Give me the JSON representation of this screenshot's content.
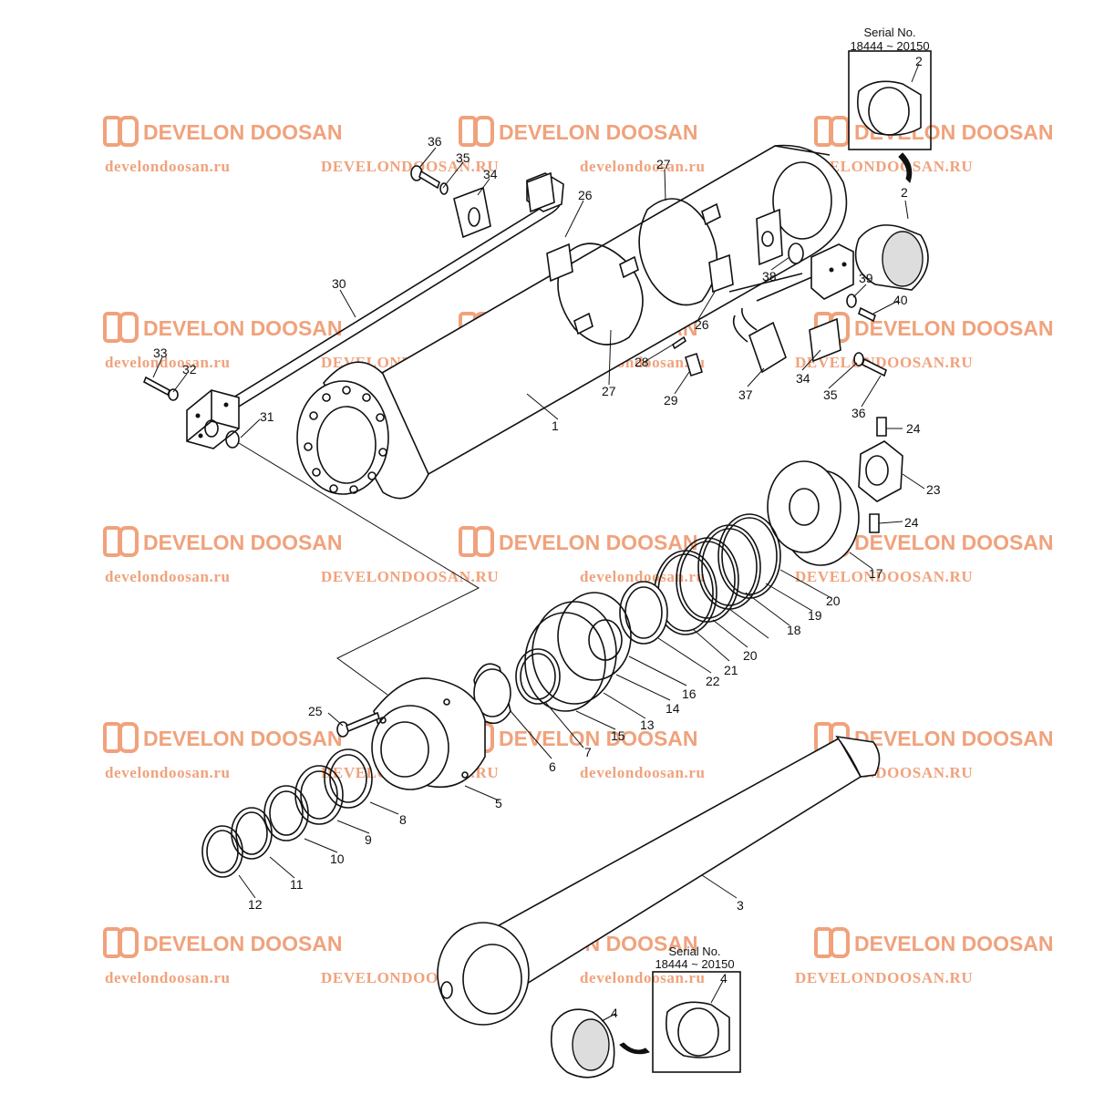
{
  "watermark": {
    "brand": "DEVELON DOOSAN",
    "url_lower": "develondoosan.ru",
    "url_upper": "DEVELONDOOSAN.RU",
    "color": "#f0a27c"
  },
  "serial_boxes": [
    {
      "title": "Serial No.",
      "range": "18444 ~ 20150",
      "part": "2"
    },
    {
      "title": "Serial No.",
      "range": "18444 ~ 20150",
      "part": "4"
    }
  ],
  "callouts": [
    "1",
    "2",
    "2",
    "3",
    "4",
    "4",
    "5",
    "6",
    "7",
    "8",
    "9",
    "10",
    "11",
    "12",
    "13",
    "14",
    "15",
    "16",
    "17",
    "18",
    "19",
    "20",
    "20",
    "21",
    "22",
    "23",
    "24",
    "24",
    "25",
    "26",
    "26",
    "27",
    "27",
    "28",
    "29",
    "30",
    "31",
    "32",
    "33",
    "34",
    "34",
    "35",
    "35",
    "36",
    "36",
    "37",
    "38",
    "39",
    "40"
  ]
}
